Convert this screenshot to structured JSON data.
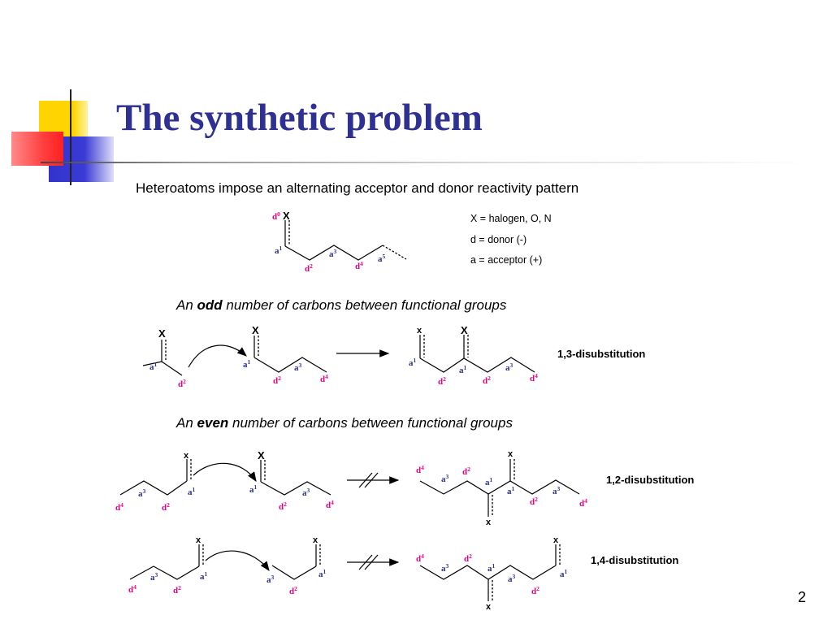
{
  "slide": {
    "title": "The synthetic problem",
    "subtitle": "Heteroatoms impose an alternating acceptor and donor reactivity pattern",
    "slide_number": "2"
  },
  "legend": {
    "line1": "X = halogen, O, N",
    "line2": "d = donor (-)",
    "line3": "a = acceptor (+)"
  },
  "odd_section": {
    "prefix": "An",
    "emphasis": "odd",
    "suffix": "number of carbons between functional groups",
    "result": "1,3-disubstitution"
  },
  "even_section": {
    "prefix": "An",
    "emphasis": "even",
    "suffix": "number of carbons between functional groups",
    "result_1": "1,2-disubstitution",
    "result_2": "1,4-disubstitution"
  },
  "atom_label": "X",
  "atom_label_small": "x",
  "colors": {
    "donor": "#e6007e",
    "acceptor": "#2e3192",
    "title": "#2e3192"
  }
}
